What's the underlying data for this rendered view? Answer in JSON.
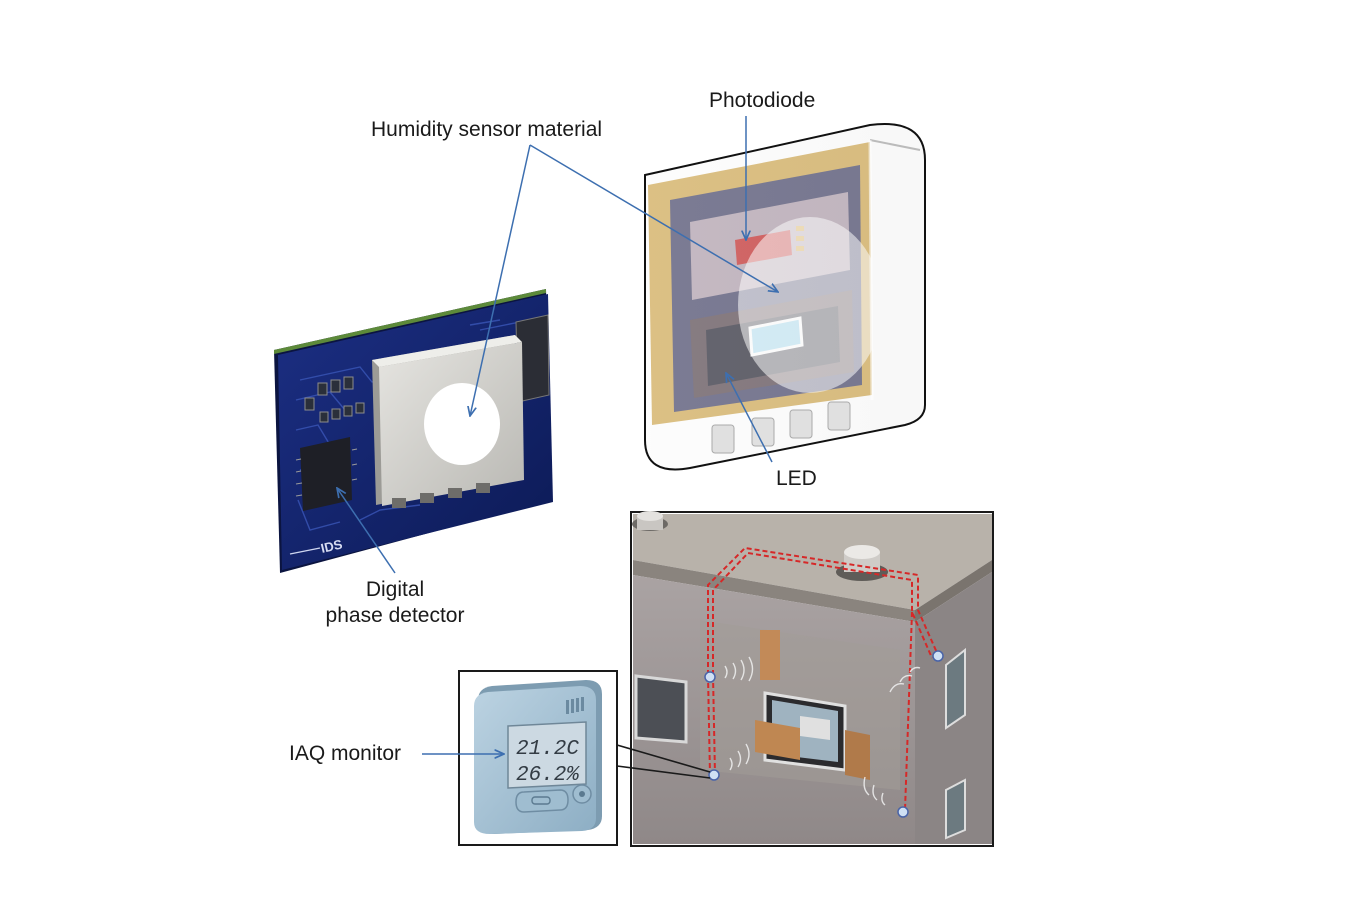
{
  "labels": {
    "photodiode": "Photodiode",
    "humidity": "Humidity sensor material",
    "led": "LED",
    "digital_line1": "Digital",
    "digital_line2": "phase detector",
    "iaq": "IAQ monitor"
  },
  "device_readout": {
    "temperature": "21.2C",
    "humidity": "26.2%"
  },
  "board_logo": "IDS",
  "colors": {
    "leader": "#3d6fb0",
    "pcb": "#13246e",
    "sensor_cap": "#d9d8d3",
    "gold_frame": "#c9a24a",
    "window": "#7ec6e4",
    "iaq_body": "#a8c4d6",
    "wall": "#a29c9c",
    "wire": "#d62828"
  }
}
